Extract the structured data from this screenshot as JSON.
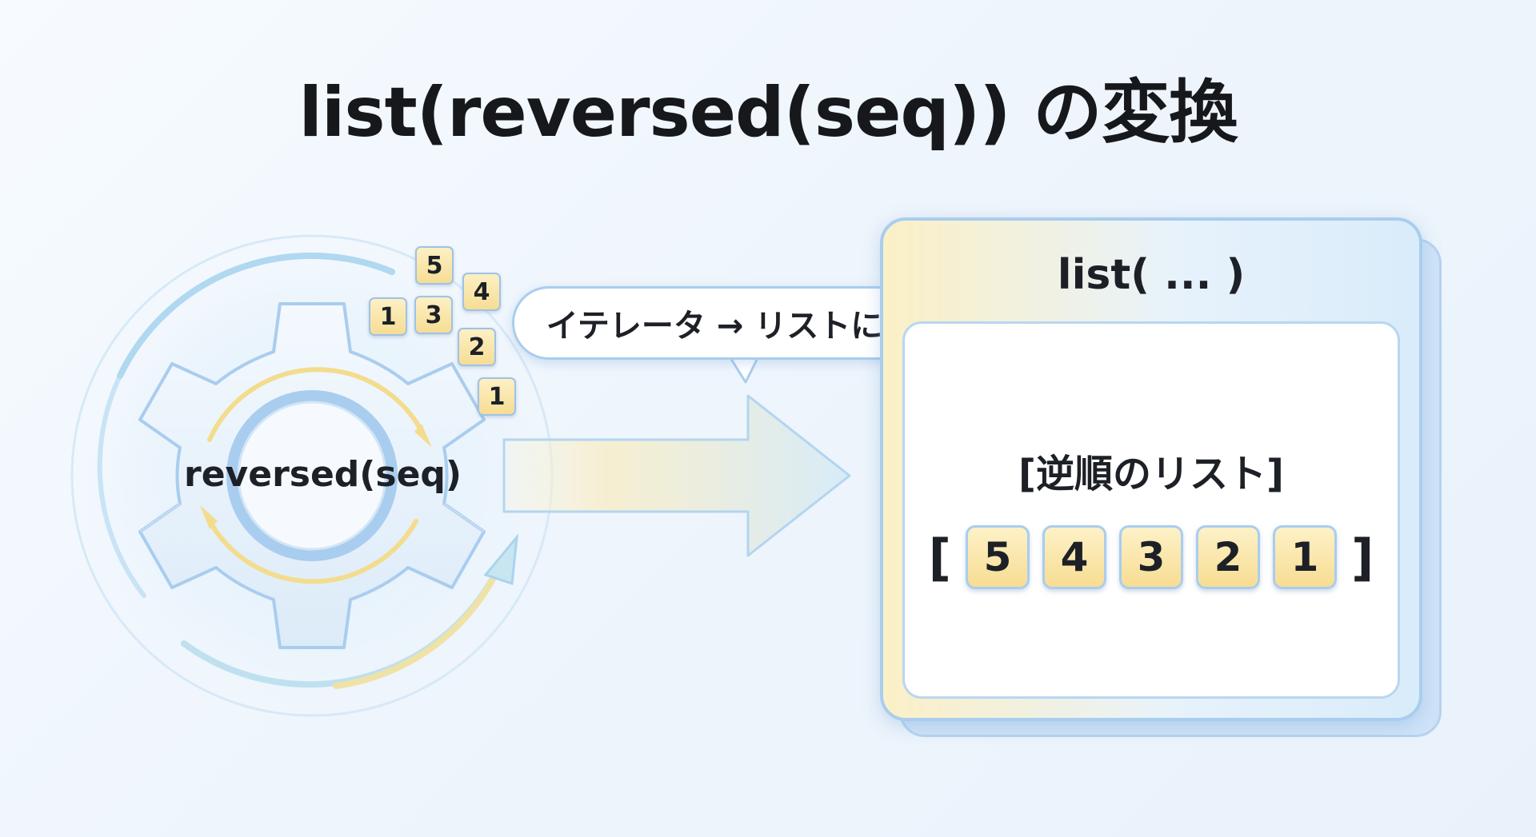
{
  "title": "list(reversed(seq)) の変換",
  "gear": {
    "label": "reversed(seq)",
    "tiles": [
      "5",
      "4",
      "1",
      "3",
      "2",
      "1"
    ]
  },
  "bubble": {
    "text": "イテレータ → リストに変換"
  },
  "panel": {
    "title": "list( ... )",
    "inner_label": "[逆順のリスト]",
    "open_bracket": "[",
    "close_bracket": "]",
    "items": [
      "5",
      "4",
      "3",
      "2",
      "1"
    ]
  },
  "colors": {
    "accent_blue": "#a9cdee",
    "tile_yellow": "#f7dd92",
    "background": "#eef5fc"
  }
}
